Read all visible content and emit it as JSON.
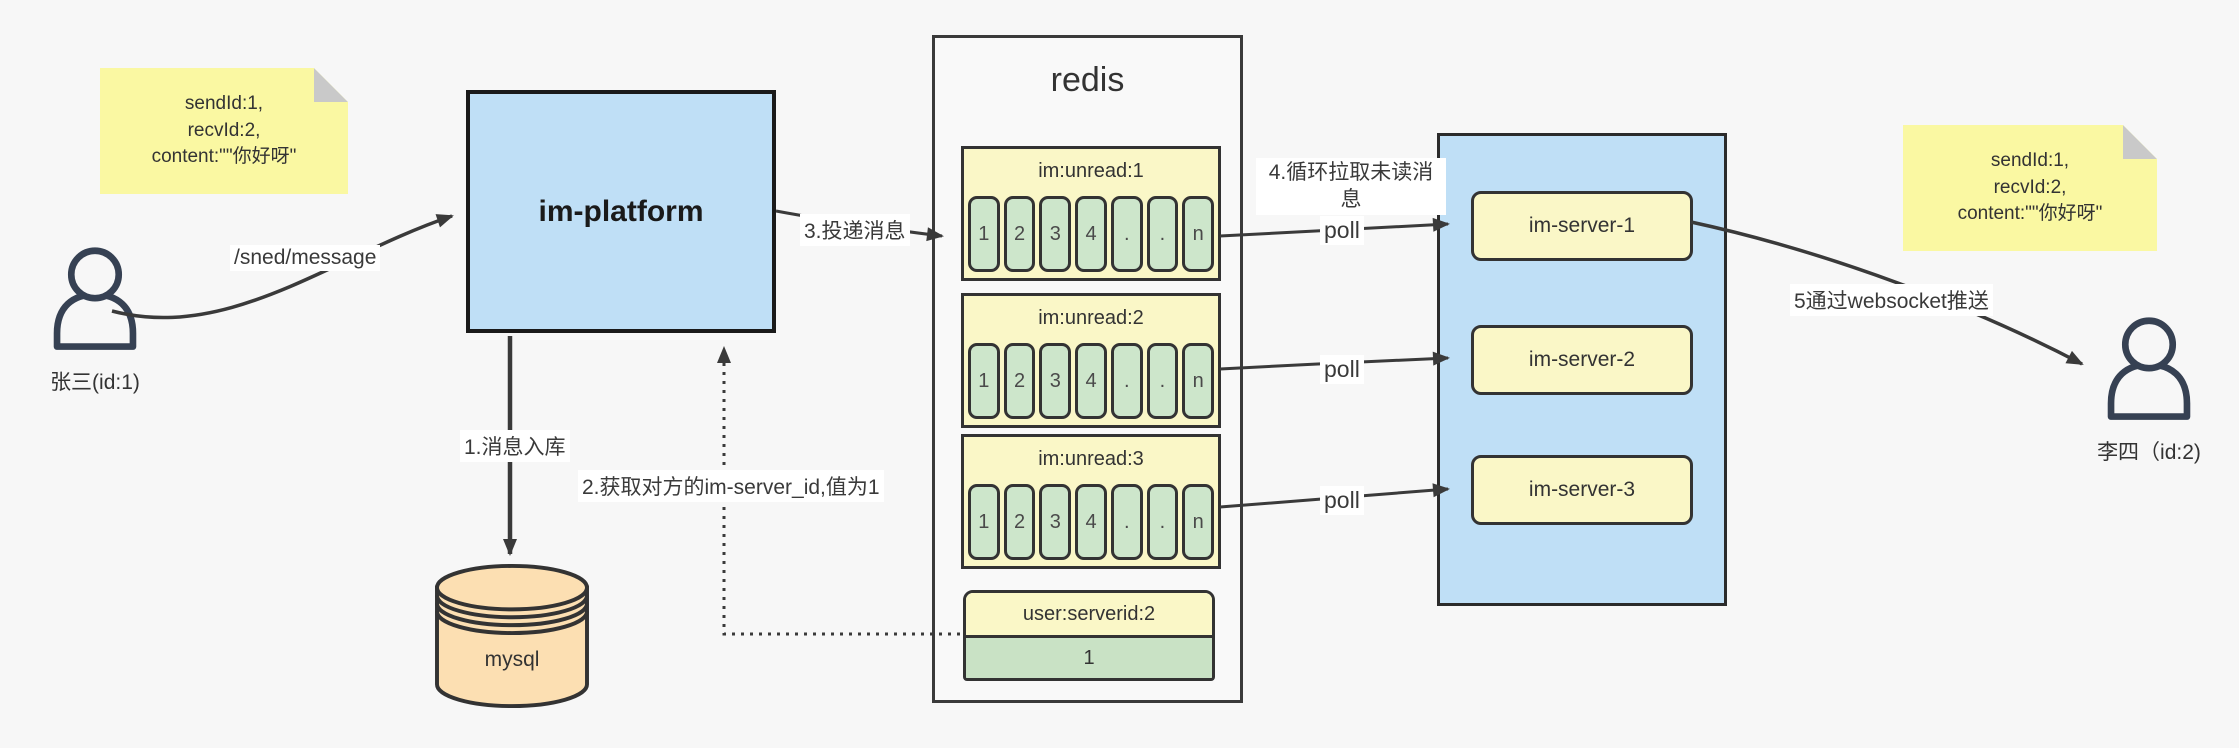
{
  "palette": {
    "background": "#f7f7f7",
    "note_yellow": "#faf8a2",
    "fold_gray": "#c9c9c9",
    "node_blue": "#bfdff6",
    "pale_yellow": "#faf7c7",
    "cell_green": "#cde6cb",
    "mysql_peach": "#fcdfb2",
    "border_dark": "#333333",
    "arrow_gray": "#3a3a3a",
    "person_navy": "#364153"
  },
  "notes": {
    "left": {
      "line1": "sendId:1,",
      "line2": "recvId:2,",
      "line3": "content:\"\"你好呀\""
    },
    "right": {
      "line1": "sendId:1,",
      "line2": "recvId:2,",
      "line3": "content:\"\"你好呀\""
    }
  },
  "actors": {
    "sender": {
      "label": "张三(id:1)"
    },
    "receiver": {
      "label": "李四（id:2)"
    }
  },
  "platform": {
    "title": "im-platform"
  },
  "database": {
    "title": "mysql"
  },
  "redis": {
    "title": "redis",
    "lists": [
      {
        "header": "im:unread:1",
        "cells": [
          "1",
          "2",
          "3",
          "4",
          ".",
          ".",
          "n"
        ]
      },
      {
        "header": "im:unread:2",
        "cells": [
          "1",
          "2",
          "3",
          "4",
          ".",
          ".",
          "n"
        ]
      },
      {
        "header": "im:unread:3",
        "cells": [
          "1",
          "2",
          "3",
          "4",
          ".",
          ".",
          "n"
        ]
      }
    ],
    "kv": {
      "key": "user:serverid:2",
      "value": "1"
    }
  },
  "server_cluster": {
    "servers": [
      {
        "label": "im-server-1"
      },
      {
        "label": "im-server-2"
      },
      {
        "label": "im-server-3"
      }
    ]
  },
  "edge_labels": {
    "send": "/sned/message",
    "step1": "1.消息入库",
    "step2": "2.获取对方的im-server_id,值为1",
    "step3": "3.投递消息",
    "step4": "4.循环拉取未读消息",
    "poll_1": "poll",
    "poll_2": "poll",
    "poll_3": "poll",
    "step5": "5通过websocket推送"
  }
}
